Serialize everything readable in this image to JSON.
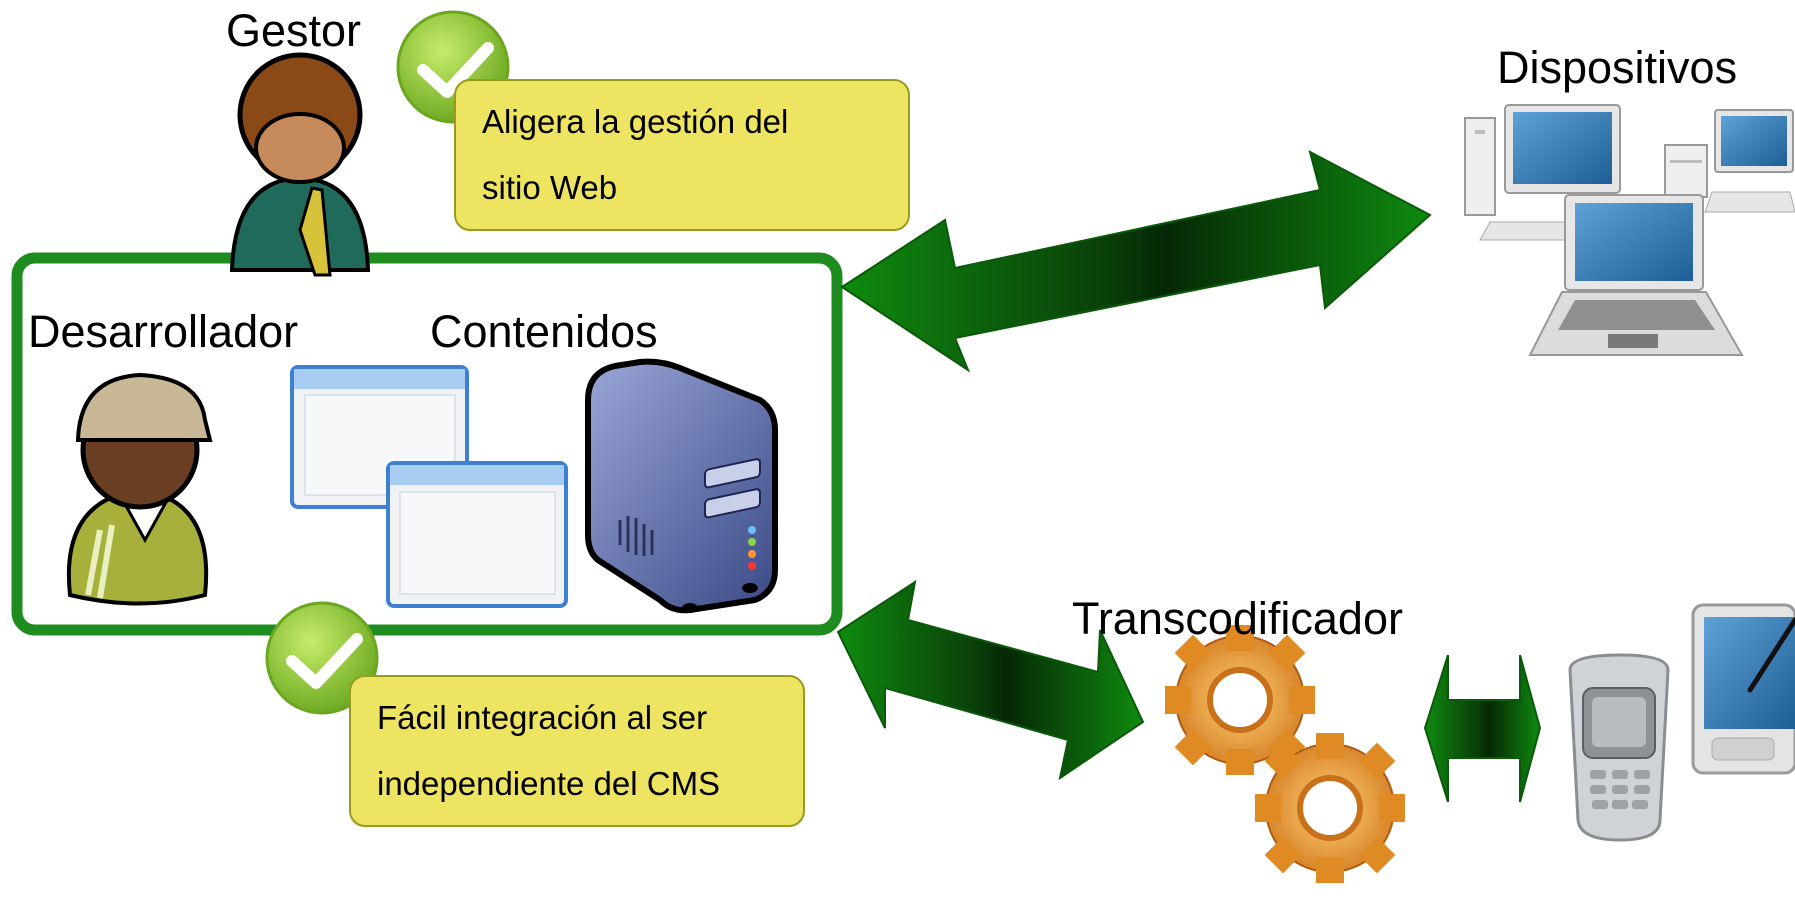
{
  "labels": {
    "gestor": "Gestor",
    "desarrollador": "Desarrollador",
    "contenidos": "Contenidos",
    "dispositivos": "Dispositivos",
    "transcodificador": "Transcodificador"
  },
  "notes": {
    "gestion": [
      "Aligera la gestión del",
      "sitio Web"
    ],
    "integracion": [
      "Fácil integración al ser",
      "independiente del CMS"
    ]
  },
  "colors": {
    "frame_green": "#1f8c1f",
    "arrow_green": "#0b7a0b",
    "note_yellow": "#ede462",
    "check_green": "#8cc63f",
    "gear_orange": "#e8962a"
  },
  "icons": [
    "manager-avatar-icon",
    "check-icon",
    "developer-avatar-icon",
    "window-icon",
    "server-icon",
    "desktop-computer-icon",
    "laptop-icon",
    "gear-icon",
    "mobile-phone-icon",
    "pda-icon"
  ]
}
